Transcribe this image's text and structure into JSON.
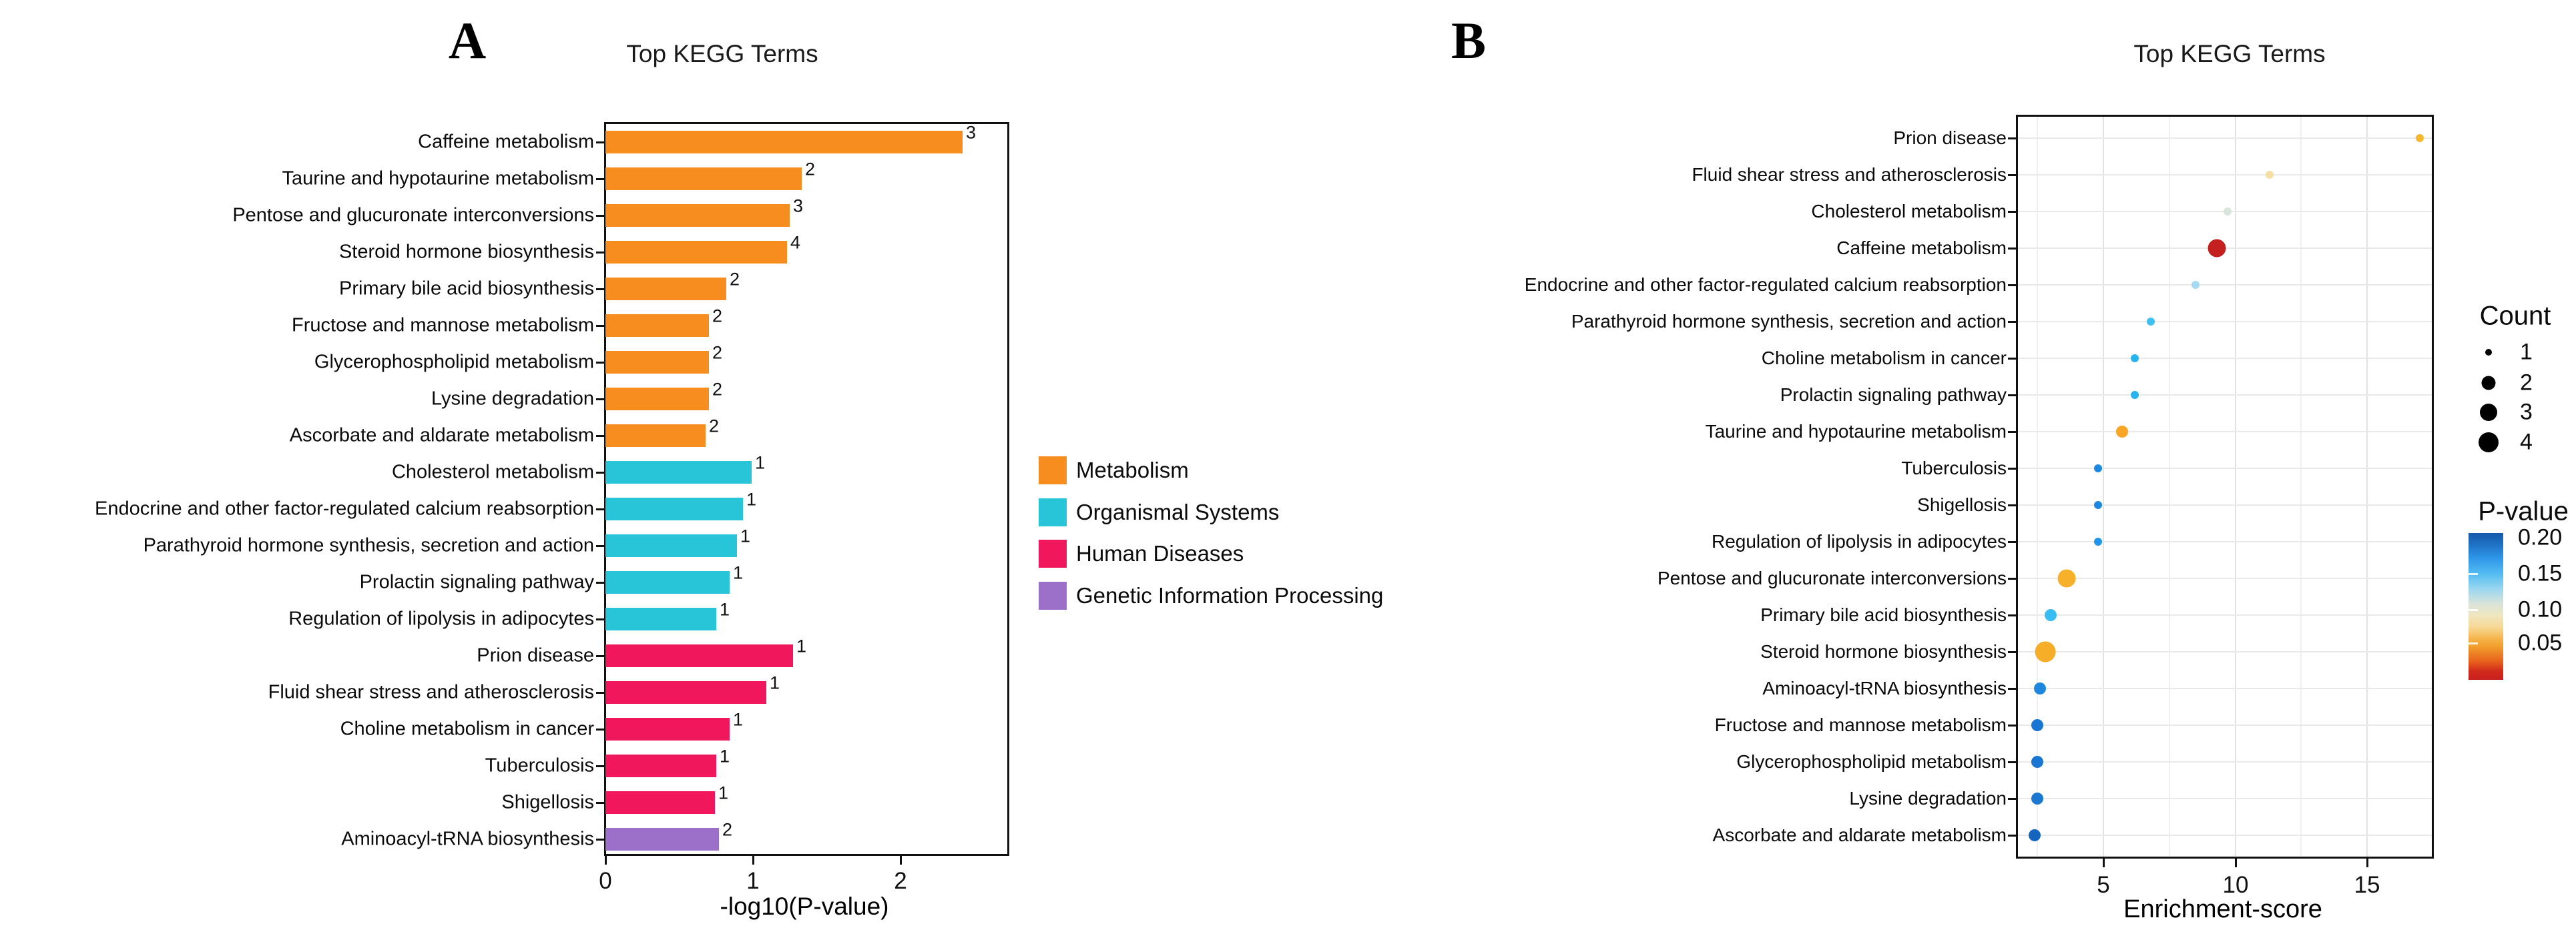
{
  "figure": {
    "panel_a_letter": "A",
    "panel_b_letter": "B"
  },
  "chart_data": [
    {
      "id": "A",
      "type": "bar",
      "orientation": "horizontal",
      "title": "Top KEGG Terms",
      "xlabel": "-log10(P-value)",
      "x_ticks": [
        0,
        1,
        2
      ],
      "xlim": [
        0,
        2.75
      ],
      "grid": false,
      "categories": [
        "Caffeine metabolism",
        "Taurine and hypotaurine metabolism",
        "Pentose and glucuronate interconversions",
        "Steroid hormone biosynthesis",
        "Primary bile acid biosynthesis",
        "Fructose and mannose metabolism",
        "Glycerophospholipid metabolism",
        "Lysine degradation",
        "Ascorbate and aldarate metabolism",
        "Cholesterol metabolism",
        "Endocrine and other factor-regulated calcium reabsorption",
        "Parathyroid hormone synthesis, secretion and action",
        "Prolactin signaling pathway",
        "Regulation of lipolysis in adipocytes",
        "Prion disease",
        "Fluid shear stress and atherosclerosis",
        "Choline metabolism in cancer",
        "Tuberculosis",
        "Shigellosis",
        "Aminoacyl-tRNA biosynthesis"
      ],
      "values": [
        2.42,
        1.33,
        1.25,
        1.23,
        0.82,
        0.7,
        0.7,
        0.7,
        0.68,
        0.99,
        0.93,
        0.89,
        0.84,
        0.75,
        1.27,
        1.09,
        0.84,
        0.75,
        0.74,
        0.77
      ],
      "counts": [
        3,
        2,
        3,
        4,
        2,
        2,
        2,
        2,
        2,
        1,
        1,
        1,
        1,
        1,
        1,
        1,
        1,
        1,
        1,
        2
      ],
      "groups": [
        "Metabolism",
        "Metabolism",
        "Metabolism",
        "Metabolism",
        "Metabolism",
        "Metabolism",
        "Metabolism",
        "Metabolism",
        "Metabolism",
        "Organismal Systems",
        "Organismal Systems",
        "Organismal Systems",
        "Organismal Systems",
        "Organismal Systems",
        "Human Diseases",
        "Human Diseases",
        "Human Diseases",
        "Human Diseases",
        "Human Diseases",
        "Genetic Information Processing"
      ],
      "legend": [
        {
          "label": "Metabolism",
          "color": "#F68D1E"
        },
        {
          "label": "Organismal Systems",
          "color": "#28C5D8"
        },
        {
          "label": "Human Diseases",
          "color": "#F0175C"
        },
        {
          "label": "Genetic Information Processing",
          "color": "#9C6FC8"
        }
      ],
      "legend_position": "right"
    },
    {
      "id": "B",
      "type": "scatter",
      "title": "Top KEGG Terms",
      "xlabel": "Enrichment-score",
      "x_ticks": [
        5,
        10,
        15
      ],
      "xlim": [
        1.7,
        17.5
      ],
      "grid": true,
      "categories": [
        "Prion disease",
        "Fluid shear stress and atherosclerosis",
        "Cholesterol metabolism",
        "Caffeine metabolism",
        "Endocrine and other factor-regulated calcium reabsorption",
        "Parathyroid hormone synthesis, secretion and action",
        "Choline metabolism in cancer",
        "Prolactin signaling pathway",
        "Taurine and hypotaurine metabolism",
        "Tuberculosis",
        "Shigellosis",
        "Regulation of lipolysis in adipocytes",
        "Pentose and glucuronate interconversions",
        "Primary bile acid biosynthesis",
        "Steroid hormone biosynthesis",
        "Aminoacyl-tRNA biosynthesis",
        "Fructose and mannose metabolism",
        "Glycerophospholipid metabolism",
        "Lysine degradation",
        "Ascorbate and aldarate metabolism"
      ],
      "values": [
        17.0,
        11.3,
        9.7,
        9.3,
        8.5,
        6.8,
        6.2,
        6.2,
        5.7,
        4.8,
        4.8,
        4.8,
        3.6,
        3.0,
        2.8,
        2.6,
        2.5,
        2.5,
        2.5,
        2.4
      ],
      "counts": [
        1,
        1,
        1,
        3,
        1,
        1,
        1,
        1,
        2,
        1,
        1,
        1,
        3,
        2,
        4,
        2,
        2,
        2,
        2,
        2
      ],
      "point_colors": [
        "#F5B82E",
        "#F6DFA4",
        "#D8E4DC",
        "#C42020",
        "#A6D9F2",
        "#3FC0F0",
        "#27B4EE",
        "#27B4EE",
        "#F9A526",
        "#1E88E0",
        "#1E88E0",
        "#2196E8",
        "#F6B02A",
        "#38BCF2",
        "#F6AE28",
        "#1E86DC",
        "#1976D2",
        "#1976D2",
        "#1B78D0",
        "#1565C0"
      ],
      "size_legend": {
        "title": "Count",
        "entries": [
          "1",
          "2",
          "3",
          "4"
        ]
      },
      "color_legend": {
        "title": "P-value",
        "tick_labels": [
          "0.20",
          "0.15",
          "0.10",
          "0.05"
        ],
        "top_color": "#1459A8",
        "mid_color": "#D8E3DA",
        "bottom_color": "#C81E1E"
      }
    }
  ]
}
